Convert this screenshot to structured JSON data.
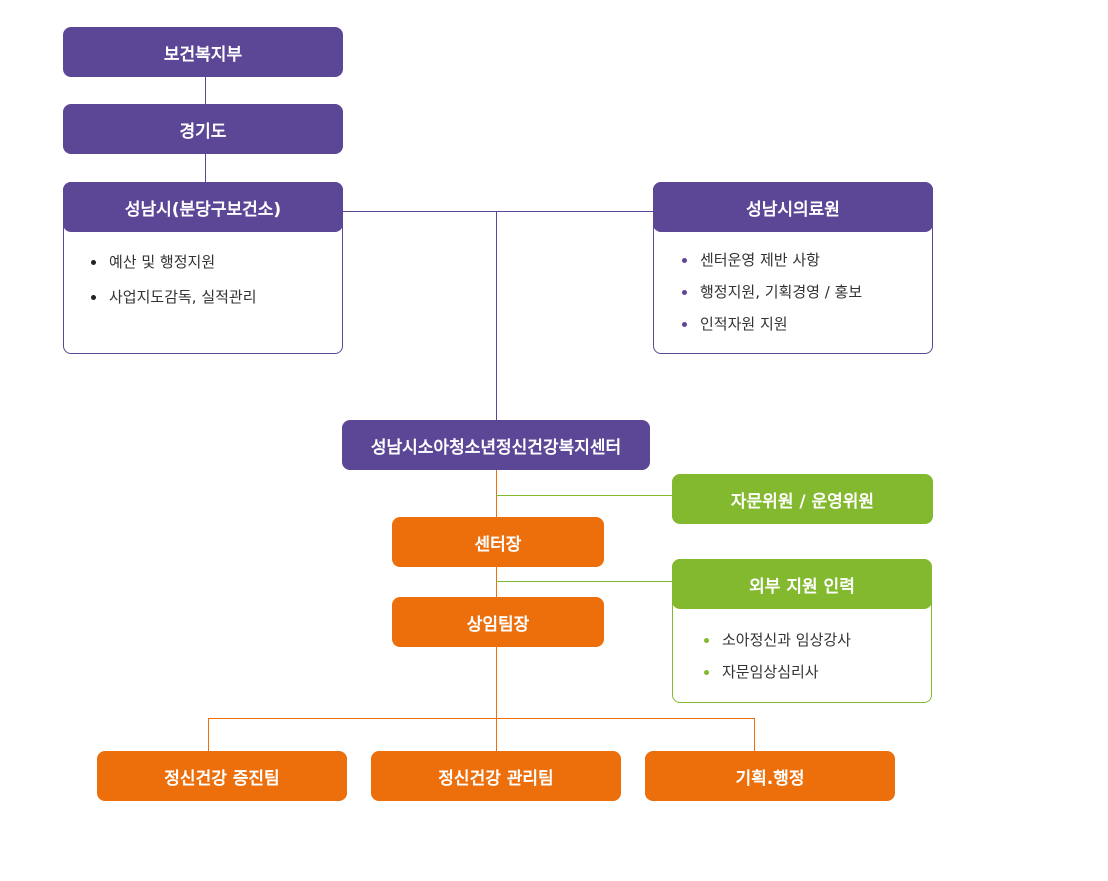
{
  "nodes": {
    "ministry": "보건복지부",
    "province": "경기도",
    "city": {
      "title": "성남시(분당구보건소)",
      "items": [
        "예산 및 행정지원",
        "사업지도감독, 실적관리"
      ]
    },
    "medical": {
      "title": "성남시의료원",
      "items": [
        "센터운영 제반 사항",
        "행정지원, 기획경영 / 홍보",
        "인적자원 지원"
      ]
    },
    "center": "성남시소아청소년정신건강복지센터",
    "committee": "자문위원 / 운영위원",
    "director": "센터장",
    "external": {
      "title": "외부 지원 인력",
      "items": [
        "소아정신과 임상강사",
        "자문임상심리사"
      ]
    },
    "team_lead": "상임팀장",
    "teams": [
      "정신건강 증진팀",
      "정신건강 관리팀",
      "기획.행정"
    ]
  },
  "colors": {
    "purple": "#5c4796",
    "orange": "#ec6f0c",
    "green": "#82b92e"
  }
}
